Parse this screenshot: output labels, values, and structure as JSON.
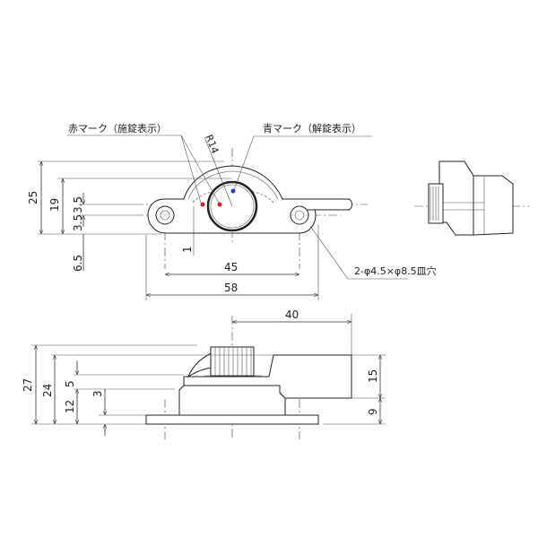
{
  "labels": {
    "red_mark": "赤マーク（施錠表示）",
    "blue_mark": "青マーク（解錠表示）",
    "radius": "R14",
    "hole_spec": "2-φ4.5×φ8.5皿穴"
  },
  "top_view_dims": {
    "height_total": "25",
    "height_19": "19",
    "offset_upper": "3.5",
    "offset_lower": "3.5",
    "bottom_6_5": "6.5",
    "offset_1": "1",
    "hole_pitch": "45",
    "base_width": "58"
  },
  "side_view_dims": {
    "arm_length": "40",
    "height_27": "27",
    "height_24": "24",
    "step_5": "5",
    "height_12": "12",
    "plate_3": "3",
    "arm_15": "15",
    "arm_9": "9"
  },
  "colors": {
    "red_mark": "#d0202a",
    "blue_mark": "#1f3fc0"
  }
}
